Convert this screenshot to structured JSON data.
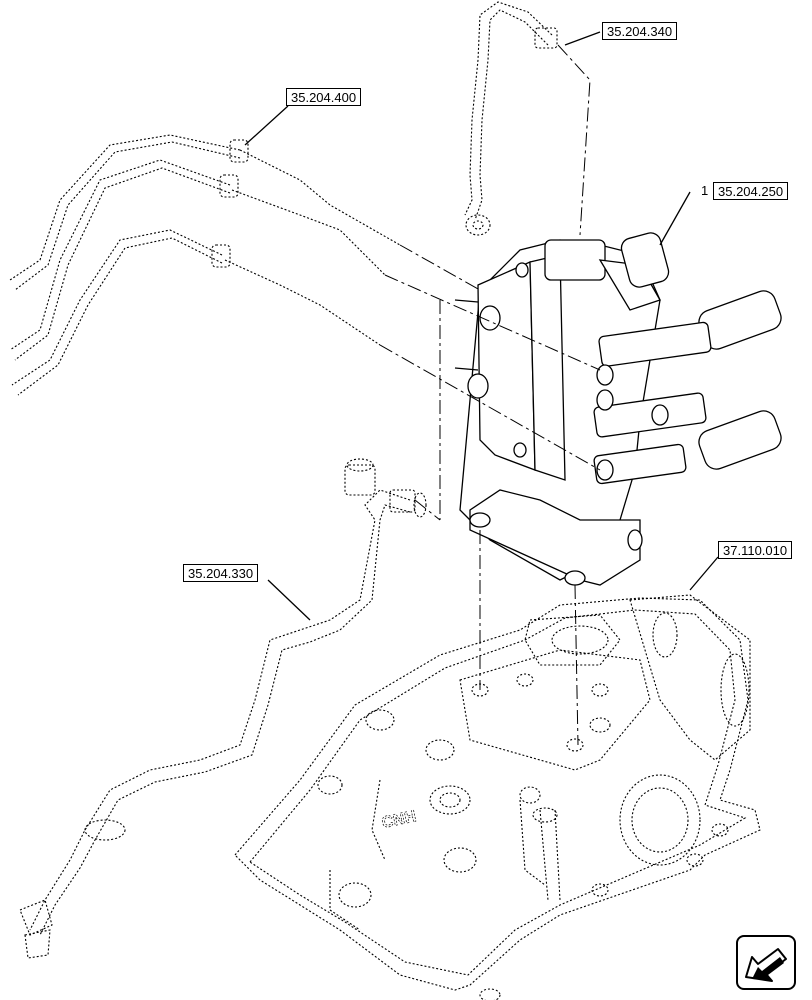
{
  "callouts": {
    "c1": "35.204.340",
    "c2": "35.204.400",
    "c3": "35.204.250",
    "c4": "37.110.010",
    "c5": "35.204.330"
  },
  "item_number": "1",
  "housing_logo_text": "CNH",
  "nav_button_icon": "arrow-down-left-icon"
}
